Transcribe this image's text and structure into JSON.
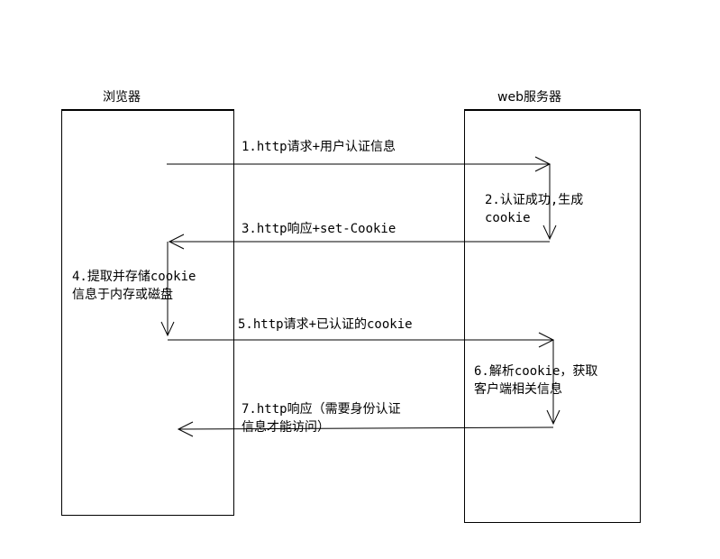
{
  "participants": {
    "browser": "浏览器",
    "server": "web服务器"
  },
  "messages": [
    {
      "id": 1,
      "lines": [
        "1.http请求+用户认证信息"
      ]
    },
    {
      "id": 2,
      "lines": [
        "2.认证成功,生成",
        "cookie"
      ]
    },
    {
      "id": 3,
      "lines": [
        "3.http响应+set-Cookie"
      ]
    },
    {
      "id": 4,
      "lines": [
        "4.提取并存储cookie",
        "信息于内存或磁盘"
      ]
    },
    {
      "id": 5,
      "lines": [
        "5.http请求+已认证的cookie"
      ]
    },
    {
      "id": 6,
      "lines": [
        "6.解析cookie，获取",
        "客户端相关信息"
      ]
    },
    {
      "id": 7,
      "lines": [
        "7.http响应（需要身份认证",
        "信息才能访问）"
      ]
    }
  ]
}
